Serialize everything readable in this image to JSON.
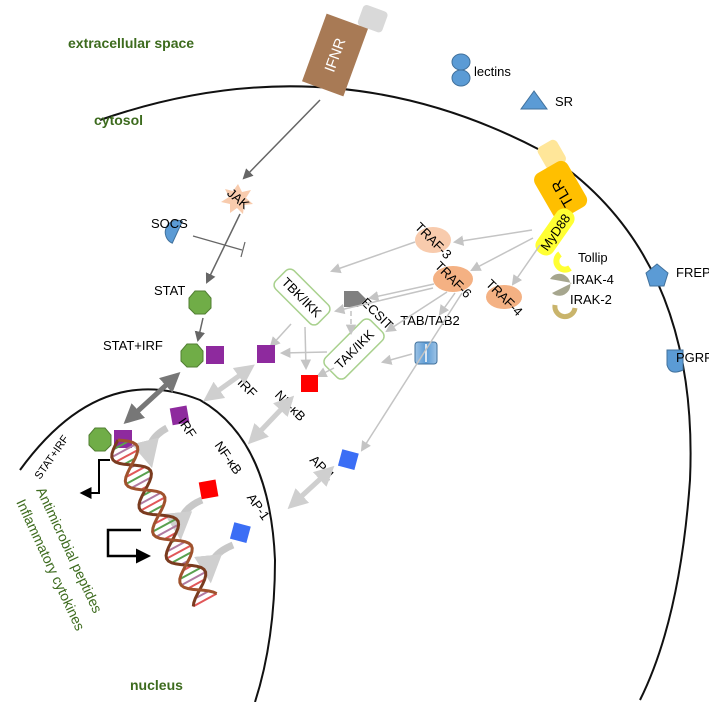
{
  "regions": {
    "extracellular": "extracellular space",
    "cytosol": "cytosol",
    "nucleus": "nucleus"
  },
  "receptors": {
    "ifnr": "IFNR",
    "tlr": "TLR",
    "lectins": "lectins",
    "sr": "SR",
    "frep": "FREP",
    "pgrp": "PGRP"
  },
  "jak_stat": {
    "jak": "JAK",
    "socs": "SOCS",
    "stat": "STAT",
    "stat_irf": "STAT+IRF",
    "stat_irf_nuclear": "STAT+IRF"
  },
  "tlr_pathway": {
    "myd88": "MyD88",
    "tollip": "Tollip",
    "irak4": "IRAK-4",
    "irak2": "IRAK-2",
    "traf3": "TRAF-3",
    "traf6": "TRAF-6",
    "traf4": "TRAF-4",
    "tbk_ikk": "TBK/IKK",
    "ecsit": "ECSIT",
    "tak_ikk": "TAK/IKK",
    "tab": "TAB/TAB2"
  },
  "factors": {
    "irf": "IRF",
    "nfkb": "NF-κB",
    "ap1": "AP-1",
    "irf_nuc": "IRF",
    "nfkb_nuc": "NF-κB",
    "ap1_nuc": "AP-1"
  },
  "outputs": {
    "peptides": "Antimicrobial peptides",
    "cytokines": "Inflammatory cytokines"
  },
  "colors": {
    "region_text": "#3d6b1e",
    "ifnr": "#a87a55",
    "tlr": "#ffbf00",
    "myd88": "#ffff33",
    "traf": "#f4b183",
    "stat": "#70ad47",
    "irf": "#8e2a9e",
    "nfkb": "#ff0000",
    "ap1": "#3b6ef5",
    "receptor_blue": "#5b9bd5",
    "gray_arrow": "#bfbfbf"
  }
}
